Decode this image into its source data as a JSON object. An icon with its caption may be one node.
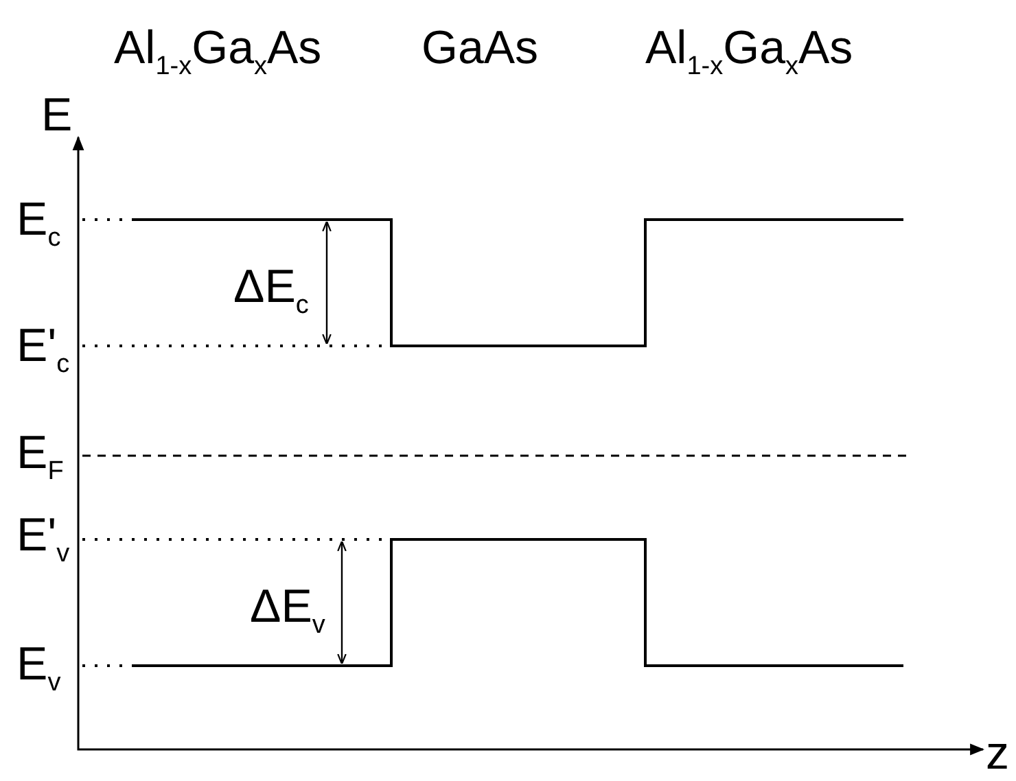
{
  "diagram": {
    "labels": [
      "Al$_{1-x}$Ga$_{x}$As",
      "GaAs",
      "Al$_{1-x}$Ga$_{x}$As",
      "E",
      "E$_{c}$",
      "ΔE$_{c}$",
      "E'$_{c}$",
      "E$_{F}$",
      "E'$_{v}$",
      "ΔE$_{v}$",
      "E$_{v}$",
      "z"
    ]
  }
}
